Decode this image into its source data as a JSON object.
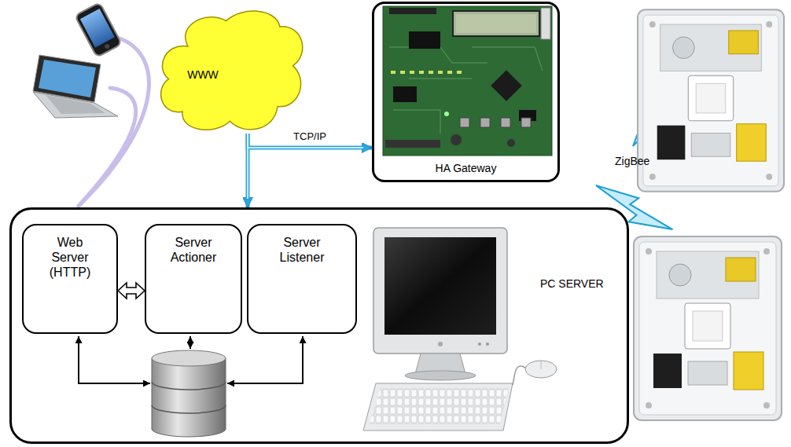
{
  "diagram": {
    "nodes": [
      {
        "text": [
          "WWW"
        ]
      },
      {
        "text": [
          "HA Gateway"
        ]
      },
      {
        "text": [
          "PC SERVER"
        ]
      },
      {
        "text": [
          "Web Server (HTTP)"
        ],
        "in": 2
      },
      {
        "text": [
          "Server Actioner"
        ],
        "in": 2
      },
      {
        "text": [
          "Server Listener"
        ],
        "in": 2
      }
    ],
    "edges": [
      {
        "from": 0,
        "to": 1,
        "arrow": "to",
        "label": "TCP/IP"
      },
      {
        "from": 0,
        "to": 2,
        "arrow": "to"
      },
      {
        "from": 3,
        "to": 4,
        "arrow": "both"
      }
    ],
    "labels": [
      "ZigBee"
    ]
  }
}
